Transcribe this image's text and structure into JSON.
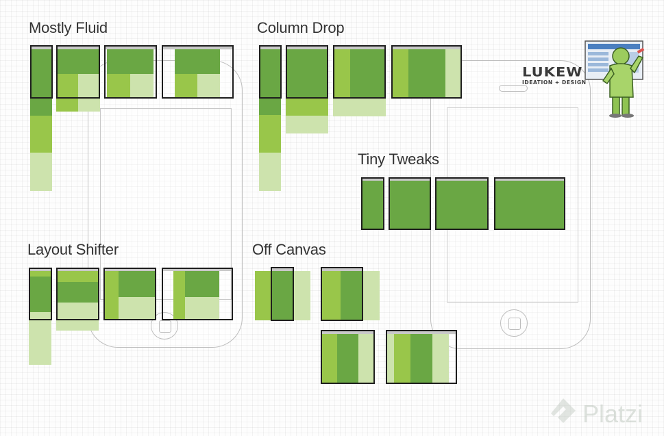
{
  "titles": {
    "mostly_fluid": "Mostly Fluid",
    "column_drop": "Column Drop",
    "tiny_tweaks": "Tiny Tweaks",
    "layout_shifter": "Layout Shifter",
    "off_canvas": "Off Canvas"
  },
  "logo": {
    "name": "LUKEW",
    "tagline": "IDEATION + DESIGN"
  },
  "watermark": "Platzi",
  "colors": {
    "dark_green": "#6aa744",
    "mid_green": "#99c64a",
    "light_green": "#cde3ad",
    "frame": "#1e1e1e",
    "bar": "#c9c9c9"
  }
}
